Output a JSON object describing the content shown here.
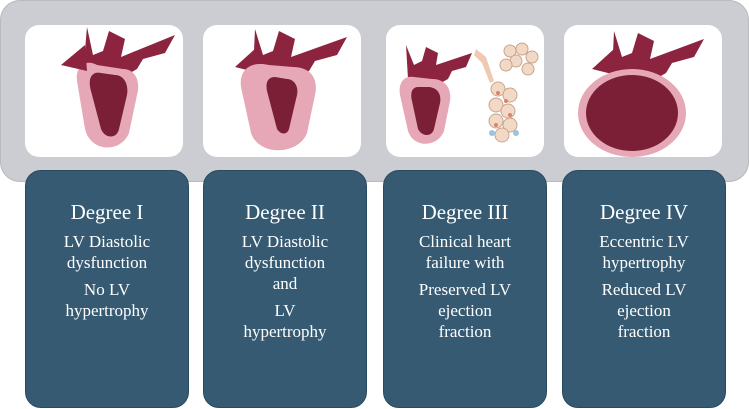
{
  "stages": [
    {
      "title": "Degree I",
      "lines": [
        "LV Diastolic",
        "dysfunction",
        "",
        "No LV",
        "hypertrophy"
      ],
      "icon": "normal-heart-icon"
    },
    {
      "title": "Degree II",
      "lines": [
        "LV Diastolic",
        "dysfunction",
        "and",
        "",
        "LV",
        "hypertrophy"
      ],
      "icon": "hypertrophic-heart-icon"
    },
    {
      "title": "Degree III",
      "lines": [
        "Clinical heart",
        "failure with",
        "",
        "Preserved LV",
        "ejection",
        "fraction"
      ],
      "icon": "heart-and-lungs-icon"
    },
    {
      "title": "Degree IV",
      "lines": [
        "Eccentric LV",
        "hypertrophy",
        "",
        "Reduced LV",
        "ejection",
        "fraction"
      ],
      "icon": "dilated-heart-icon"
    }
  ],
  "colors": {
    "band": "#cbcdd2",
    "card": "#355a72",
    "myocardium": "#e6a8b6",
    "chamber": "#7a1f35",
    "vessel": "#8c2440",
    "lung": "#f2d9c6"
  }
}
